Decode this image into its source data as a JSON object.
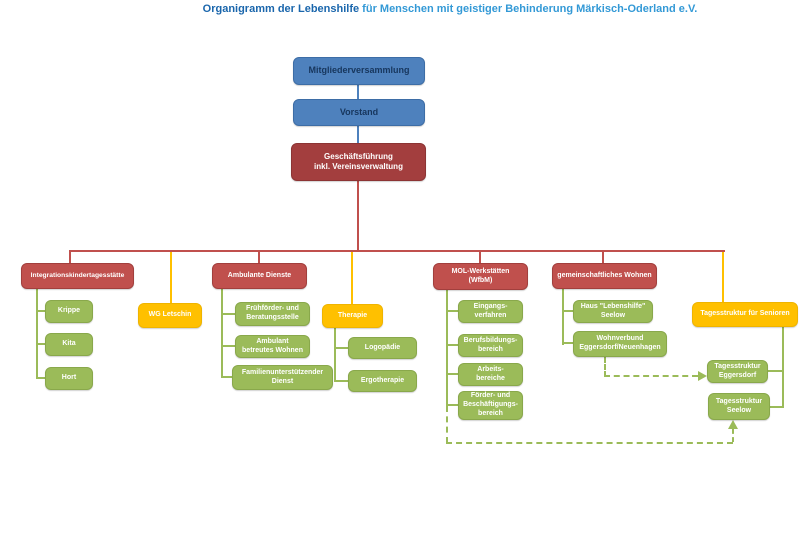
{
  "title": {
    "main": "Organigramm der Lebenshilfe",
    "rest": " für Menschen mit geistiger Behinderung Märkisch-Oderland e.V."
  },
  "colors": {
    "blue_box": "#4e81bd",
    "dark_red_box": "#a33e3e",
    "red_box": "#c0504d",
    "green_box": "#9bbb59",
    "yellow_box": "#ffc000",
    "title_main": "#1a66ac",
    "title_rest": "#3399d6"
  },
  "nodes": {
    "mitgliederversammlung": {
      "label": "Mitgliederversammlung"
    },
    "vorstand": {
      "label": "Vorstand"
    },
    "geschaeftsfuehrung": {
      "label": "Geschäftsführung\ninkl. Vereinsverwaltung"
    },
    "integrationskindertagesstaette": {
      "label": "Integrationskindertagesstätte"
    },
    "krippe": {
      "label": "Krippe"
    },
    "kita": {
      "label": "Kita"
    },
    "hort": {
      "label": "Hort"
    },
    "wg_letschin": {
      "label": "WG Letschin"
    },
    "ambulante_dienste": {
      "label": "Ambulante Dienste"
    },
    "fruehfoerder": {
      "label": "Frühförder- und\nBeratungsstelle"
    },
    "ambulant_betreutes_wohnen": {
      "label": "Ambulant\nbetreutes Wohnen"
    },
    "familienunterstuetzender_dienst": {
      "label": "Familienunterstützender\nDienst"
    },
    "therapie": {
      "label": "Therapie"
    },
    "logopaedie": {
      "label": "Logopädie"
    },
    "ergotherapie": {
      "label": "Ergotherapie"
    },
    "mol_werkstaetten": {
      "label": "MOL-Werkstätten\n(WfbM)"
    },
    "eingangsverfahren": {
      "label": "Eingangs-\nverfahren"
    },
    "berufsbildungsbereich": {
      "label": "Berufsbildungs-\nbereich"
    },
    "arbeitsbereiche": {
      "label": "Arbeits-\nbereiche"
    },
    "foerder_beschaeftigungsbereich": {
      "label": "Förder- und\nBeschäftigungs-\nbereich"
    },
    "gemeinschaftliches_wohnen": {
      "label": "gemeinschaftliches Wohnen"
    },
    "haus_lebenshilfe_seelow": {
      "label": "Haus \"Lebenshilfe\"\nSeelow"
    },
    "wohnverbund": {
      "label": "Wohnverbund\nEggersdorf/Neuenhagen"
    },
    "tagesstruktur_senioren": {
      "label": "Tagesstruktur für Senioren"
    },
    "tagesstruktur_eggersdorf": {
      "label": "Tagesstruktur\nEggersdorf"
    },
    "tagesstruktur_seelow": {
      "label": "Tagesstruktur\nSeelow"
    }
  }
}
